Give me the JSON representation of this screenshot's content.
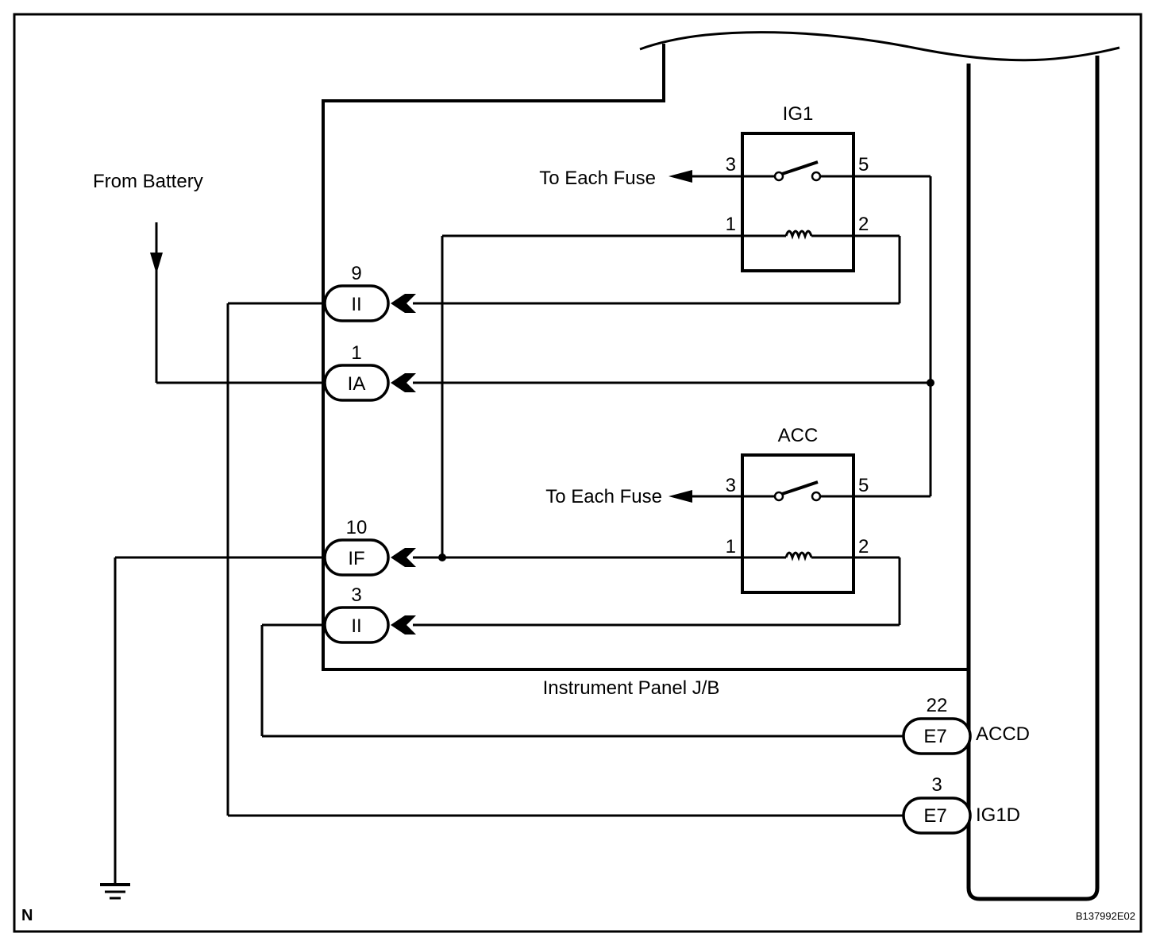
{
  "diagram": {
    "frame_label": "N",
    "drawing_id": "B137992E02",
    "battery_label": "From Battery",
    "jb_label": "Instrument Panel J/B",
    "relays": [
      {
        "name": "IG1",
        "pins": {
          "p3": "3",
          "p5": "5",
          "p1": "1",
          "p2": "2"
        },
        "output_label": "To Each Fuse"
      },
      {
        "name": "ACC",
        "pins": {
          "p3": "3",
          "p5": "5",
          "p1": "1",
          "p2": "2"
        },
        "output_label": "To Each Fuse"
      }
    ],
    "jb_connectors": [
      {
        "pin": "9",
        "code": "II"
      },
      {
        "pin": "1",
        "code": "IA"
      },
      {
        "pin": "10",
        "code": "IF"
      },
      {
        "pin": "3",
        "code": "II"
      }
    ],
    "ecu_connectors": [
      {
        "pin": "22",
        "code": "E7",
        "signal": "ACCD"
      },
      {
        "pin": "3",
        "code": "E7",
        "signal": "IG1D"
      }
    ]
  }
}
